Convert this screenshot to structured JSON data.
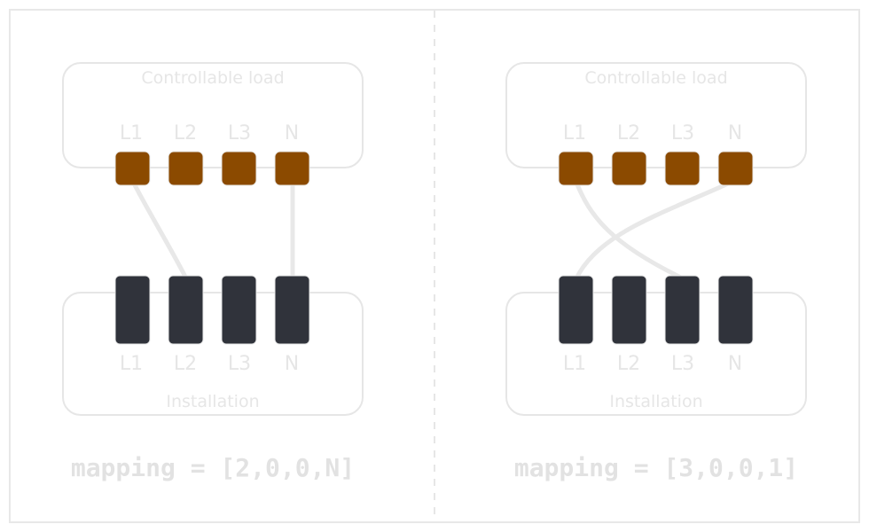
{
  "colors": {
    "frame": "#e6e6e6",
    "load_terminal": "#8b4a00",
    "install_terminal": "#30333b",
    "wire": "#e8e8e8",
    "label": "#e3e3e3"
  },
  "panels": [
    {
      "load_title": "Controllable load",
      "load_labels": [
        "L1",
        "L2",
        "L3",
        "N"
      ],
      "install_title": "Installation",
      "install_labels": [
        "L1",
        "L2",
        "L3",
        "N"
      ],
      "mapping": "mapping = [2,0,0,N]",
      "connections": [
        {
          "from": "L1",
          "to": "L2"
        },
        {
          "from": "N",
          "to": "N"
        }
      ]
    },
    {
      "load_title": "Controllable load",
      "load_labels": [
        "L1",
        "L2",
        "L3",
        "N"
      ],
      "install_title": "Installation",
      "install_labels": [
        "L1",
        "L2",
        "L3",
        "N"
      ],
      "mapping": "mapping = [3,0,0,1]",
      "connections": [
        {
          "from": "L1",
          "to": "L3"
        },
        {
          "from": "N",
          "to": "L1"
        }
      ]
    }
  ]
}
